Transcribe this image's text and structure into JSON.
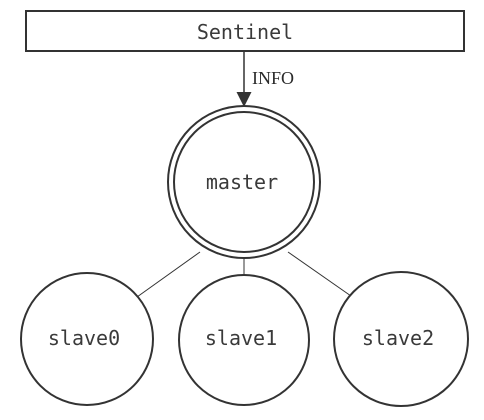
{
  "diagram": {
    "sentinel_label": "Sentinel",
    "arrow_label": "INFO",
    "master_label": "master",
    "slaves": [
      "slave0",
      "slave1",
      "slave2"
    ]
  }
}
